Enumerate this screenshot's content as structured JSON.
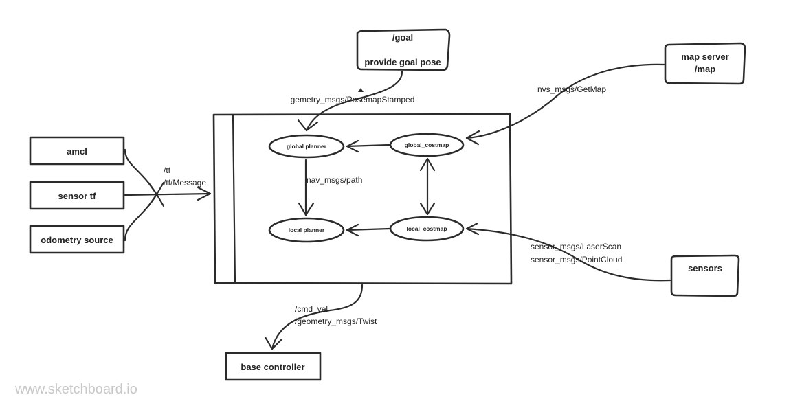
{
  "nodes": {
    "goal": {
      "line1": "/goal",
      "line2": "provide goal pose"
    },
    "map_server": {
      "line1": "map server",
      "line2": "/map"
    },
    "amcl": "amcl",
    "sensor_tf": "sensor tf",
    "odometry_source": "odometry source",
    "global_planner": "global planner",
    "global_costmap": "global_costmap",
    "local_planner": "local planner",
    "local_costmap": "local_costmap",
    "sensors": "sensors",
    "base_controller": "base controller"
  },
  "edges": {
    "goal_msg": "gemetry_msgs/PosemapStamped",
    "map_msg": "nvs_msgs/GetMap",
    "tf_line1": "/tf",
    "tf_line2": "/tf/Message",
    "path_msg": "nav_msgs/path",
    "sensor_line1": "sensor_msgs/LaserScan",
    "sensor_line2": "sensor_msgs/PointCloud",
    "cmd_line1": "/cmd_vel",
    "cmd_line2": "/geometry_msgs/Twist"
  },
  "watermark": "www.sketchboard.io"
}
